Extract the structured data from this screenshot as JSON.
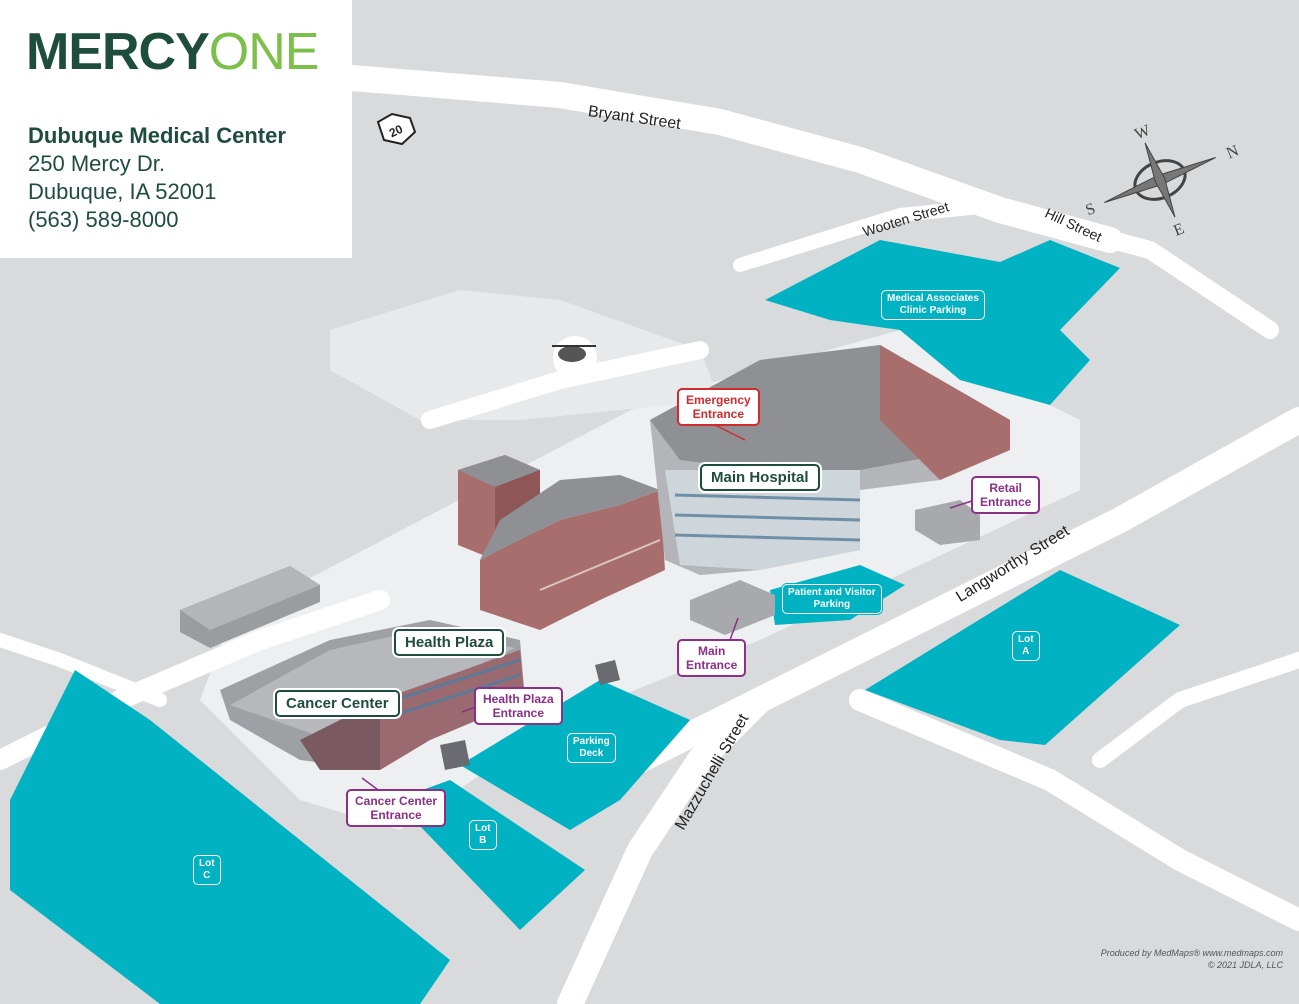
{
  "brand": {
    "logo_text_1": "MERCY",
    "logo_text_2": "ONE",
    "color_dark_green": "#1e4d3b",
    "color_light_green": "#7cc04b"
  },
  "facility": {
    "name": "Dubuque Medical Center",
    "street": "250 Mercy Dr.",
    "city": "Dubuque, IA 52001",
    "phone": "(563) 589-8000"
  },
  "streets": {
    "bryant": "Bryant Street",
    "wooten": "Wooten Street",
    "hill": "Hill Street",
    "langworthy": "Langworthy Street",
    "mazzuchelli": "Mazzuchelli Street",
    "highway": "20"
  },
  "compass": {
    "n": "N",
    "s": "S",
    "e": "E",
    "w": "W"
  },
  "buildings": {
    "main_hospital": "Main Hospital",
    "health_plaza": "Health Plaza",
    "cancer_center": "Cancer Center"
  },
  "entrances": {
    "emergency": [
      "Emergency",
      "Entrance"
    ],
    "retail": [
      "Retail",
      "Entrance"
    ],
    "main": [
      "Main",
      "Entrance"
    ],
    "health_plaza": [
      "Health Plaza",
      "Entrance"
    ],
    "cancer_center": [
      "Cancer Center",
      "Entrance"
    ]
  },
  "parking": {
    "medical_associates": [
      "Medical Associates",
      "Clinic Parking"
    ],
    "patient_visitor": [
      "Patient and Visitor",
      "Parking"
    ],
    "deck": [
      "Parking",
      "Deck"
    ],
    "lot_a": [
      "Lot",
      "A"
    ],
    "lot_b": [
      "Lot",
      "B"
    ],
    "lot_c": [
      "Lot",
      "C"
    ]
  },
  "credits": {
    "line1": "Produced by MedMaps®  www.medmaps.com",
    "line2": "© 2021 JDLA, LLC"
  },
  "colors": {
    "parking": "#00b2c2",
    "road": "#ffffff",
    "ground": "#d9dadc",
    "building_brick": "#a86d6d",
    "building_roof": "#8f9094",
    "entrance_purple": "#8b2f88",
    "emergency_red": "#d12b2e"
  }
}
